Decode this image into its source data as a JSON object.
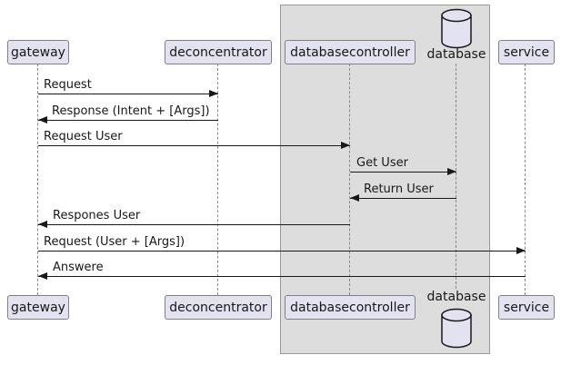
{
  "diagram": {
    "type": "sequence",
    "participants": [
      {
        "name": "gateway",
        "kind": "participant"
      },
      {
        "name": "deconcentrator",
        "kind": "participant"
      },
      {
        "name": "databasecontroller",
        "kind": "participant",
        "group": "gray-box"
      },
      {
        "name": "database",
        "kind": "database",
        "group": "gray-box"
      },
      {
        "name": "service",
        "kind": "participant"
      }
    ],
    "messages": [
      {
        "from": "gateway",
        "to": "deconcentrator",
        "label": "Request"
      },
      {
        "from": "deconcentrator",
        "to": "gateway",
        "label": "Response (Intent + [Args])"
      },
      {
        "from": "gateway",
        "to": "databasecontroller",
        "label": "Request User"
      },
      {
        "from": "databasecontroller",
        "to": "database",
        "label": "Get User"
      },
      {
        "from": "database",
        "to": "databasecontroller",
        "label": "Return User"
      },
      {
        "from": "databasecontroller",
        "to": "gateway",
        "label": "Respones User"
      },
      {
        "from": "gateway",
        "to": "service",
        "label": "Request (User + [Args])"
      },
      {
        "from": "service",
        "to": "gateway",
        "label": "Answere"
      }
    ],
    "colors": {
      "participant_fill": "#e2e2f0",
      "participant_border": "#808080",
      "group_fill": "#dddddd",
      "group_border": "#999999",
      "lifeline": "#888888",
      "arrow": "#181818",
      "text": "#181818"
    }
  }
}
